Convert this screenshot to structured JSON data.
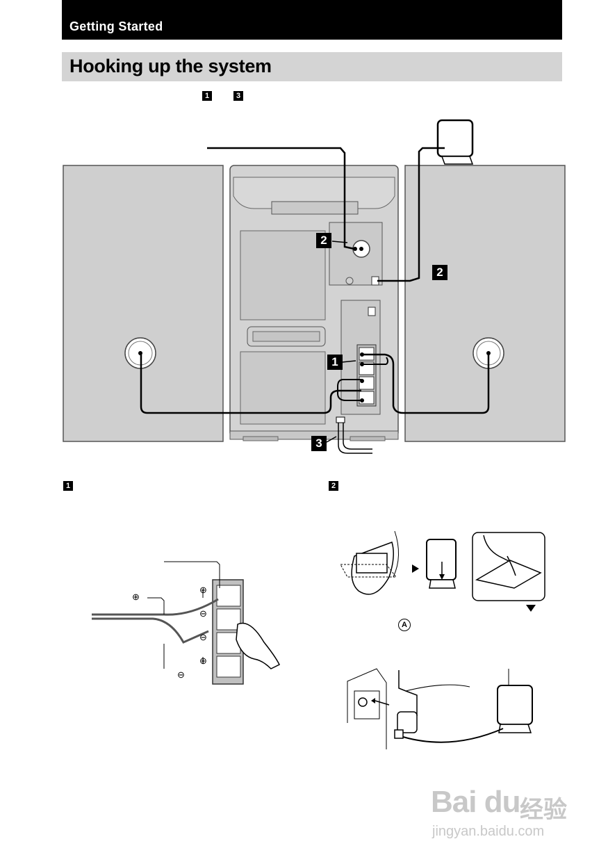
{
  "header": {
    "section": "Getting Started",
    "title": "Hooking up the system"
  },
  "intro_steps": {
    "first": "1",
    "last": "3"
  },
  "callouts": {
    "c1": "1",
    "c2a": "2",
    "c2b": "2",
    "c3": "3"
  },
  "steps": {
    "step1": "1",
    "step2": "2"
  },
  "polarity": {
    "plus": "⊕",
    "minus": "⊖"
  },
  "figure_marker": "A",
  "watermark": {
    "brand": "Bai du",
    "cn": "经验",
    "url": "jingyan.baidu.com"
  },
  "colors": {
    "panel_gray": "#cfcfcf",
    "unit_gray": "#d3d3d3",
    "header_bg": "#000000",
    "title_bg": "#d4d4d4"
  }
}
